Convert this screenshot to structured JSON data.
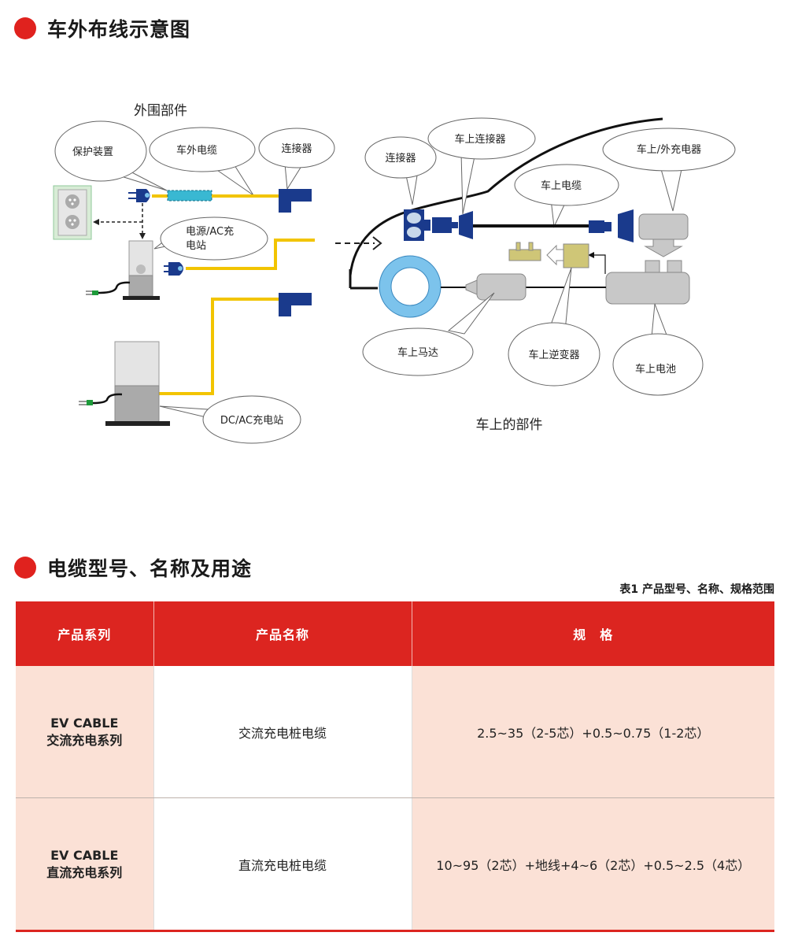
{
  "section1": {
    "title": "车外布线示意图"
  },
  "diagram": {
    "outer_caption": "外围部件",
    "onboard_caption": "车上的部件",
    "labels": {
      "protection_device": "保护装置",
      "external_cable": "车外电缆",
      "connector_left": "连接器",
      "power_ac_line1": "电源/AC充",
      "power_ac_line2": "电站",
      "dc_ac_station": "DC/AC充电站",
      "connector_right": "连接器",
      "onboard_connector": "车上连接器",
      "onboard_cable": "车上电缆",
      "onboard_charger": "车上/外充电器",
      "onboard_motor": "车上马达",
      "onboard_inverter": "车上逆变器",
      "onboard_battery": "车上电池"
    }
  },
  "section2": {
    "title": "电缆型号、名称及用途"
  },
  "table": {
    "caption": "表1 产品型号、名称、规格范围",
    "headers": [
      "产品系列",
      "产品名称",
      "规　格"
    ],
    "rows": [
      {
        "series_line1": "EV CABLE",
        "series_line2": "交流充电系列",
        "name": "交流充电桩电缆",
        "spec": "2.5~35（2-5芯）+0.5~0.75（1-2芯）"
      },
      {
        "series_line1": "EV CABLE",
        "series_line2": "直流充电系列",
        "name": "直流充电桩电缆",
        "spec": "10~95（2芯）+地线+4~6（2芯）+0.5~2.5（4芯）"
      }
    ]
  },
  "colors": {
    "accent_red": "#dc2520",
    "cable_yellow": "#f2c400",
    "connector_blue": "#1a3a8c",
    "motor_ring": "#7cc3ec",
    "component_gray": "#c8c8c8",
    "row_pink": "#fbe1d6"
  }
}
